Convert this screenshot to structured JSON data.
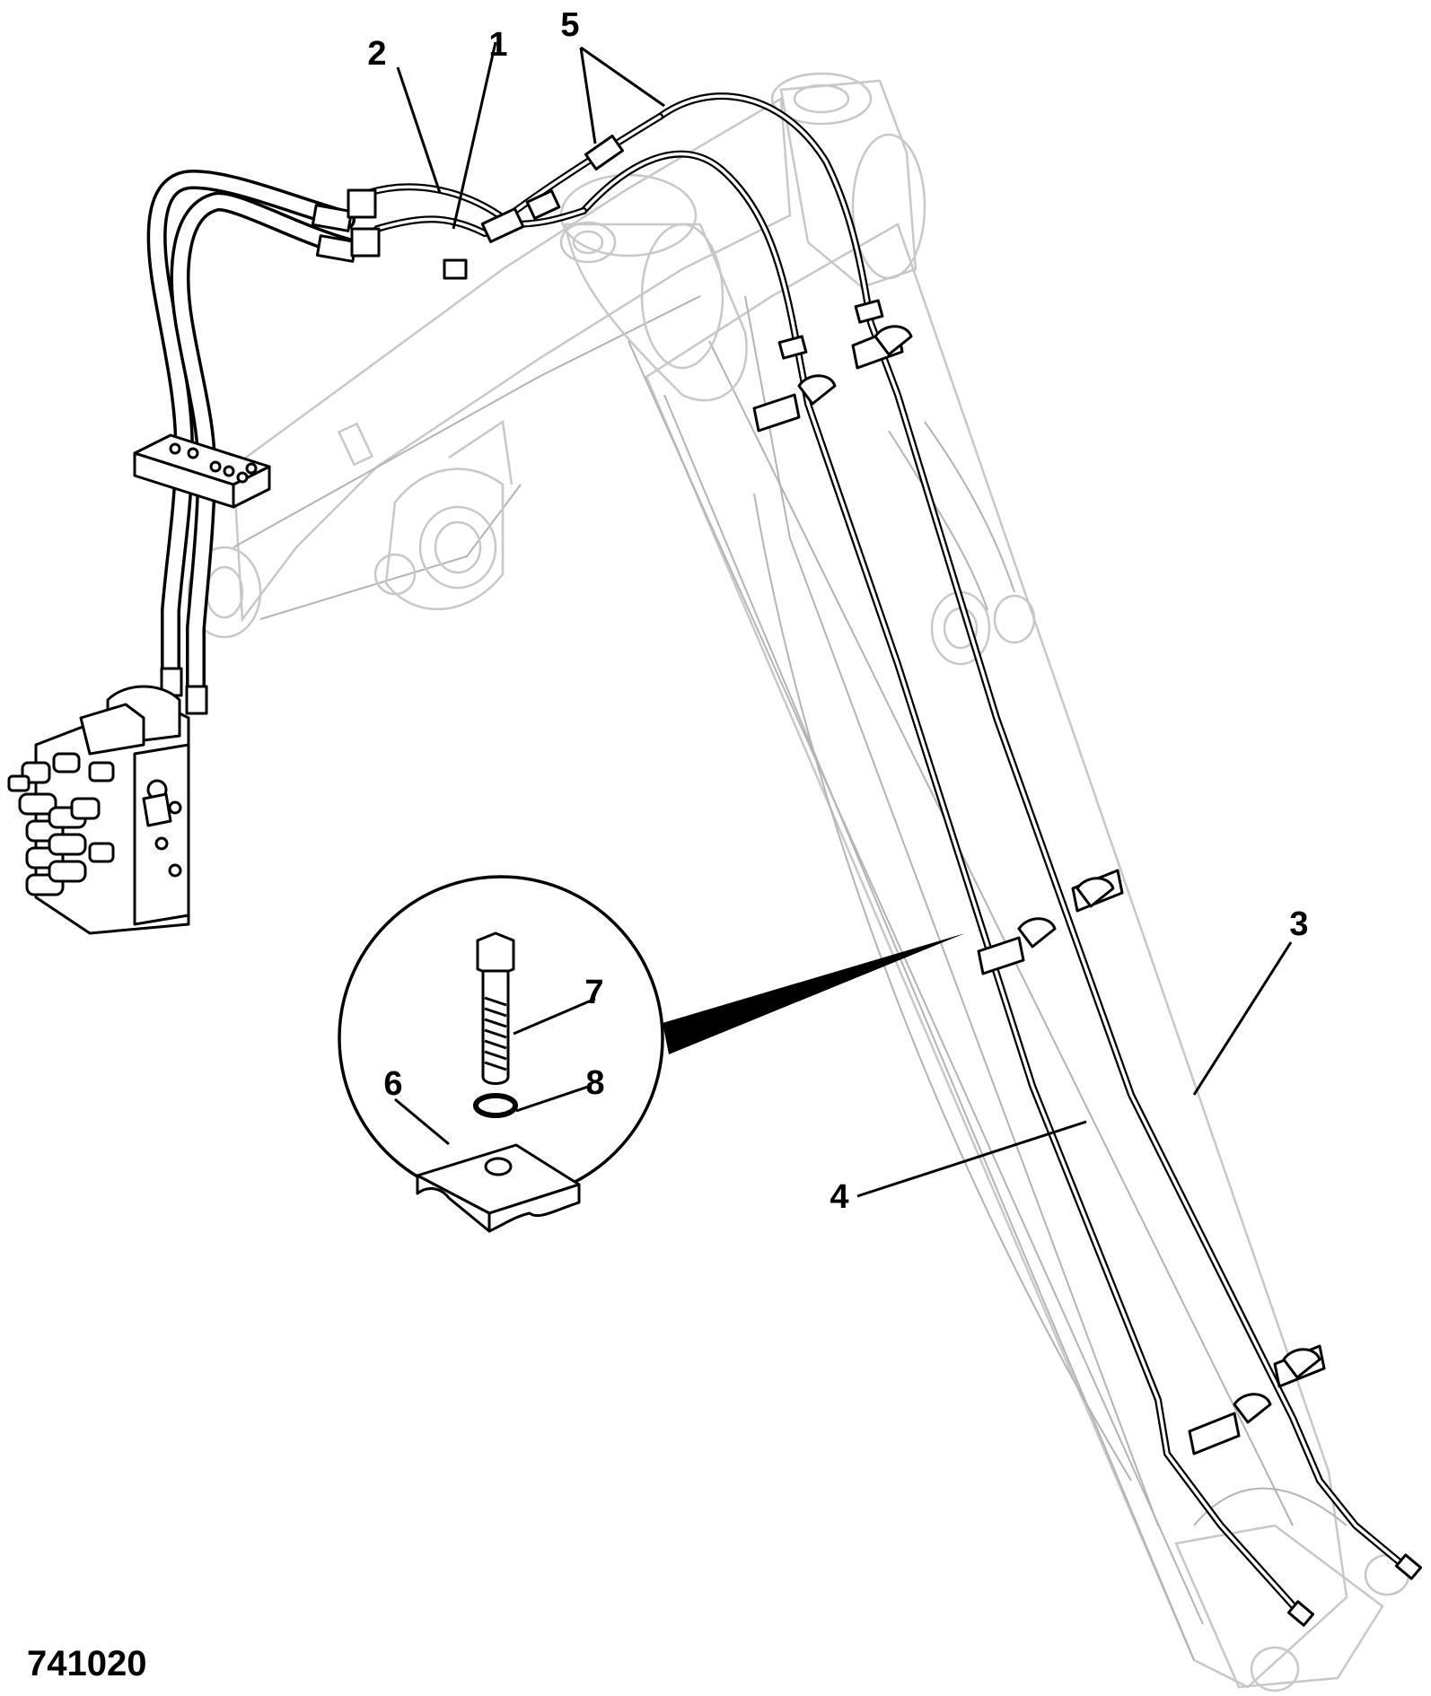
{
  "figure_number": "741020",
  "callouts": {
    "c1": "1",
    "c2": "2",
    "c3": "3",
    "c4": "4",
    "c5": "5",
    "c6": "6",
    "c7": "7",
    "c8": "8"
  }
}
